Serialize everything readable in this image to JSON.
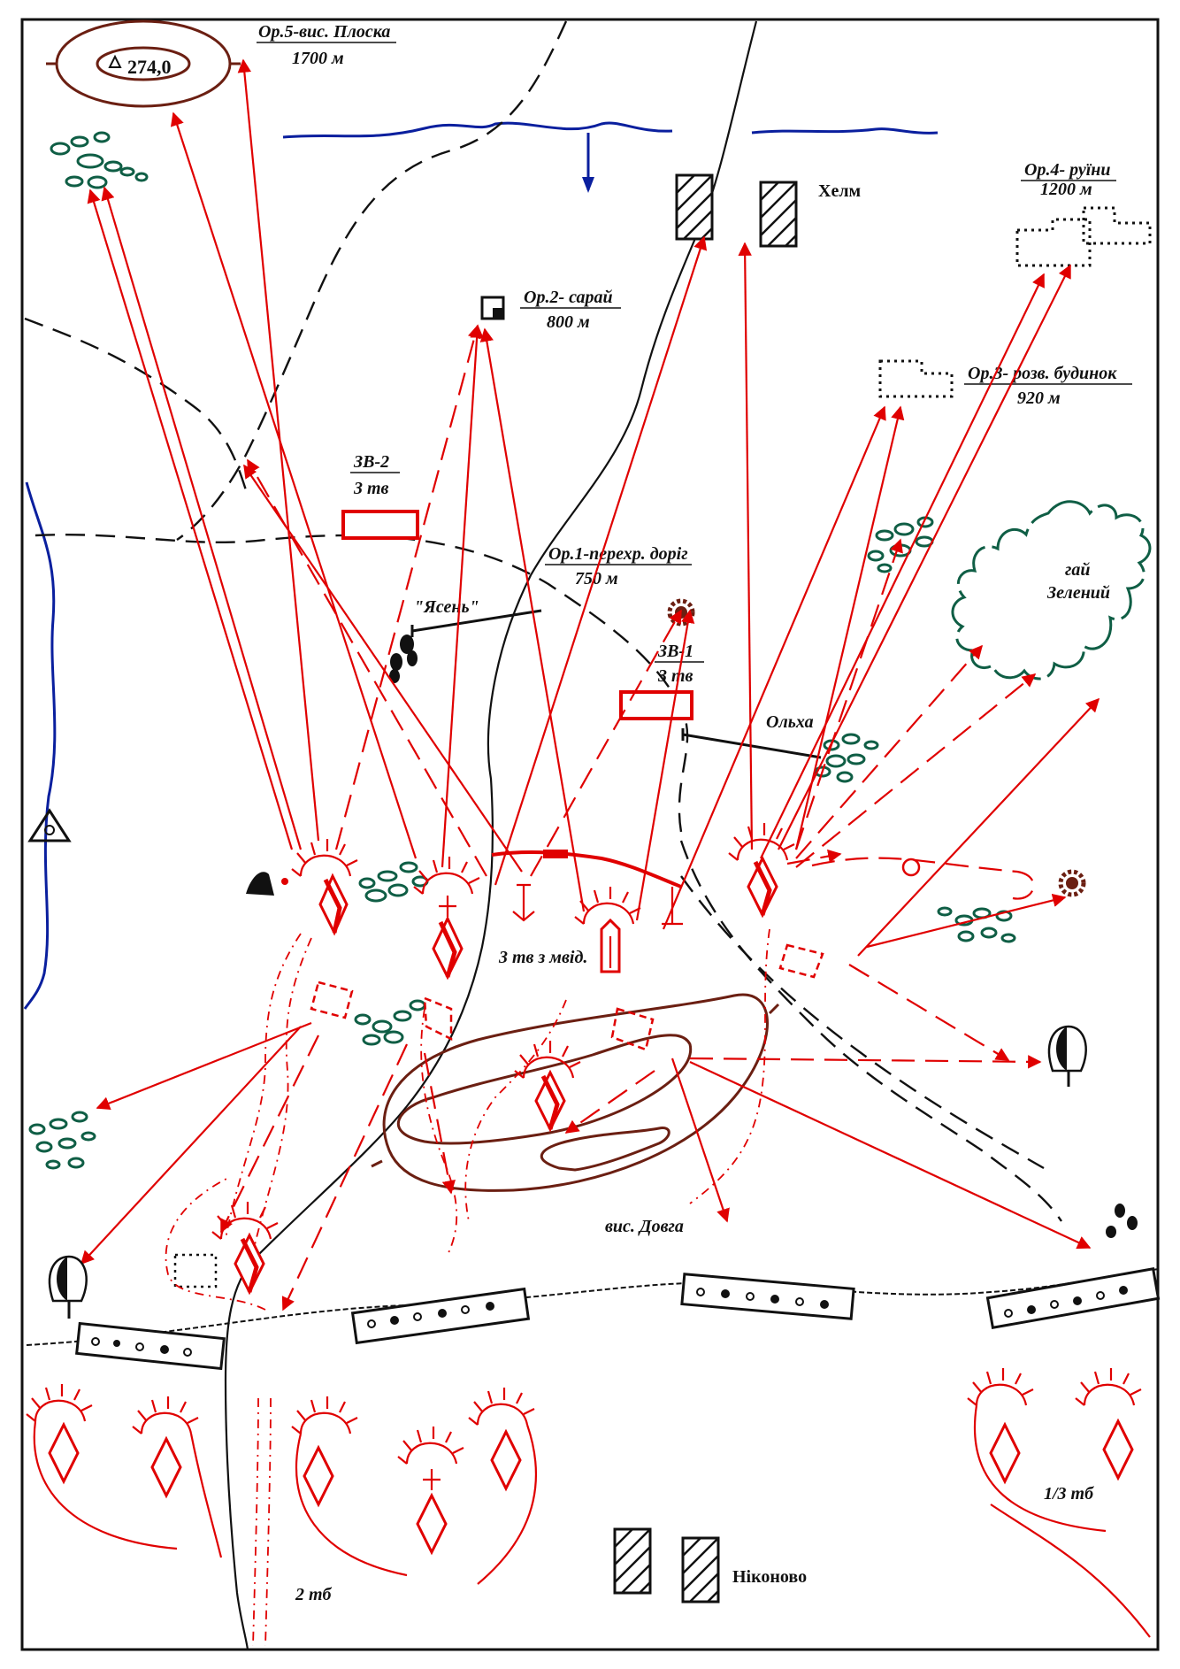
{
  "map": {
    "labels": {
      "op5_title": "Ор.5-вис. Плоска",
      "op5_dist": "1700 м",
      "height_274": "274,0",
      "helm": "Хелм",
      "op4_title": "Ор.4- руїни",
      "op4_dist": "1200 м",
      "op2_title": "Ор.2- сарай",
      "op2_dist": "800 м",
      "op3_title": "Ор.3- розв. будинок",
      "op3_dist": "920 м",
      "zv2_title": "ЗВ-2",
      "zv2_sub": "3 тв",
      "op1_title": "Ор.1-перехр. доріг",
      "op1_dist": "750 м",
      "yasen": "\"Ясень\"",
      "zv1_title": "ЗВ-1",
      "zv1_sub": "3 тв",
      "olha": "Ольха",
      "gai_1": "гай",
      "gai_2": "Зелений",
      "tb3_mvid": "3 тв з мвід.",
      "vys_dovga": "вис. Довга",
      "tb13": "1/3 тб",
      "nikonovo": "Ніконово",
      "tb2": "2 тб"
    },
    "colors": {
      "friendly": "#e00000",
      "terrain_relief": "#6b1f12",
      "vegetation": "#0f5e45",
      "water": "#0a1f9e",
      "roads": "#111111"
    },
    "icons": [
      "triangulation-point-icon",
      "barn-icon",
      "tree-icon",
      "cog-landmark-icon",
      "tank-position-icon",
      "observation-post-icon"
    ]
  }
}
